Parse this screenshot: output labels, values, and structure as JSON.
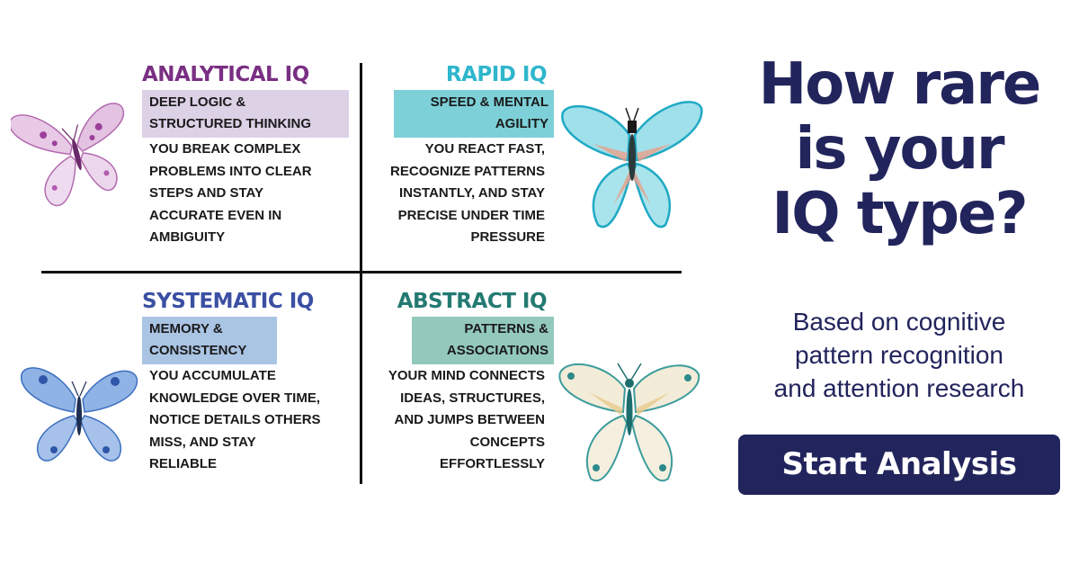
{
  "colors": {
    "navy": "#22245c",
    "analytical": "#7a2f83",
    "rapid": "#2fb6cc",
    "systematic": "#3b50a3",
    "abstract": "#237a72"
  },
  "quadrants": {
    "analytical": {
      "title": "ANALYTICAL IQ",
      "tag": [
        "DEEP LOGIC &",
        "STRUCTURED THINKING"
      ],
      "description": [
        "YOU BREAK COMPLEX",
        "PROBLEMS INTO CLEAR",
        "STEPS AND STAY",
        "ACCURATE EVEN IN",
        "AMBIGUITY"
      ],
      "tag_color": "#ddd1e6",
      "icon": "purple-butterfly-icon"
    },
    "rapid": {
      "title": "RAPID IQ",
      "tag": [
        "SPEED & MENTAL",
        "AGILITY"
      ],
      "description": [
        "YOU REACT FAST,",
        "RECOGNIZE PATTERNS",
        "INSTANTLY, AND STAY",
        "PRECISE UNDER TIME",
        "PRESSURE"
      ],
      "tag_color": "#7dd0d8",
      "icon": "turquoise-butterfly-icon"
    },
    "systematic": {
      "title": "SYSTEMATIC IQ",
      "tag": [
        "MEMORY &",
        "CONSISTENCY"
      ],
      "description": [
        "YOU ACCUMULATE",
        "KNOWLEDGE OVER TIME,",
        "NOTICE DETAILS OTHERS",
        "MISS, AND STAY",
        "RELIABLE"
      ],
      "tag_color": "#aac4e4",
      "icon": "blue-butterfly-icon"
    },
    "abstract": {
      "title": "ABSTRACT IQ",
      "tag": [
        "PATTERNS &",
        "ASSOCIATIONS"
      ],
      "description": [
        "YOUR MIND CONNECTS",
        "IDEAS, STRUCTURES,",
        "AND JUMPS BETWEEN",
        "CONCEPTS",
        "EFFORTLESSLY"
      ],
      "tag_color": "#93c8bd",
      "icon": "teal-butterfly-icon"
    }
  },
  "hero": {
    "headline": [
      "How rare",
      "is your",
      "IQ type?"
    ],
    "subline": [
      "Based on cognitive",
      "pattern recognition",
      "and attention research"
    ],
    "cta_label": "Start Analysis"
  }
}
